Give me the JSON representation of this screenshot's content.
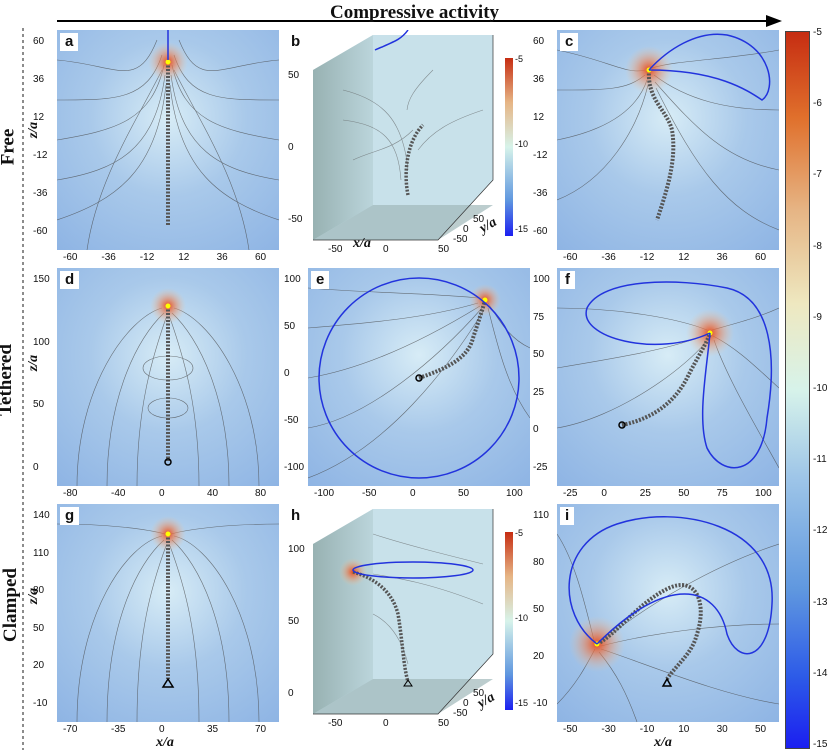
{
  "title": "Compressive activity",
  "row_labels": [
    "Free",
    "Tethered",
    "Clamped"
  ],
  "colorbar": {
    "ticks": [
      "-5",
      "-6",
      "-7",
      "-8",
      "-9",
      "-10",
      "-11",
      "-12",
      "-13",
      "-14",
      "-15"
    ]
  },
  "mini_colorbar": {
    "ticks": [
      "-5",
      "-10",
      "-15"
    ]
  },
  "panels": [
    {
      "id": "a",
      "label": "a",
      "xticks": [
        "-60",
        "-36",
        "-12",
        "12",
        "36",
        "60"
      ],
      "yticks": [
        "60",
        "36",
        "12",
        "-12",
        "-36",
        "-60"
      ],
      "ylabel": "z/a",
      "xlabel": ""
    },
    {
      "id": "b",
      "label": "b",
      "xticks": [
        "-50",
        "0",
        "50"
      ],
      "yticks": [
        "50",
        "0",
        "-50"
      ],
      "xlabel": "x/a",
      "ylabel2": "y/a",
      "zticks": [
        "50",
        "0",
        "-50"
      ]
    },
    {
      "id": "c",
      "label": "c",
      "xticks": [
        "-60",
        "-36",
        "-12",
        "12",
        "36",
        "60"
      ],
      "yticks": [
        "60",
        "36",
        "12",
        "-12",
        "-36",
        "-60"
      ]
    },
    {
      "id": "d",
      "label": "d",
      "xticks": [
        "-80",
        "-40",
        "0",
        "40",
        "80"
      ],
      "yticks": [
        "150",
        "100",
        "50",
        "0"
      ],
      "ylabel": "z/a"
    },
    {
      "id": "e",
      "label": "e",
      "xticks": [
        "-100",
        "-50",
        "0",
        "50",
        "100"
      ],
      "yticks": [
        "100",
        "50",
        "0",
        "-50",
        "-100"
      ]
    },
    {
      "id": "f",
      "label": "f",
      "xticks": [
        "-25",
        "0",
        "25",
        "50",
        "75",
        "100"
      ],
      "yticks": [
        "100",
        "75",
        "50",
        "25",
        "0",
        "-25"
      ]
    },
    {
      "id": "g",
      "label": "g",
      "xticks": [
        "-70",
        "-35",
        "0",
        "35",
        "70"
      ],
      "yticks": [
        "140",
        "110",
        "80",
        "50",
        "20",
        "-10"
      ],
      "ylabel": "z/a",
      "xlabel": "x/a"
    },
    {
      "id": "h",
      "label": "h",
      "xticks": [
        "-50",
        "0",
        "50"
      ],
      "yticks": [
        "100",
        "50",
        "0"
      ],
      "zticks": [
        "50",
        "0",
        "-50"
      ],
      "ylabel2": "y/a"
    },
    {
      "id": "i",
      "label": "i",
      "xticks": [
        "-50",
        "-30",
        "-10",
        "10",
        "30",
        "50"
      ],
      "yticks": [
        "110",
        "80",
        "50",
        "20",
        "-10"
      ],
      "xlabel": "x/a"
    }
  ]
}
